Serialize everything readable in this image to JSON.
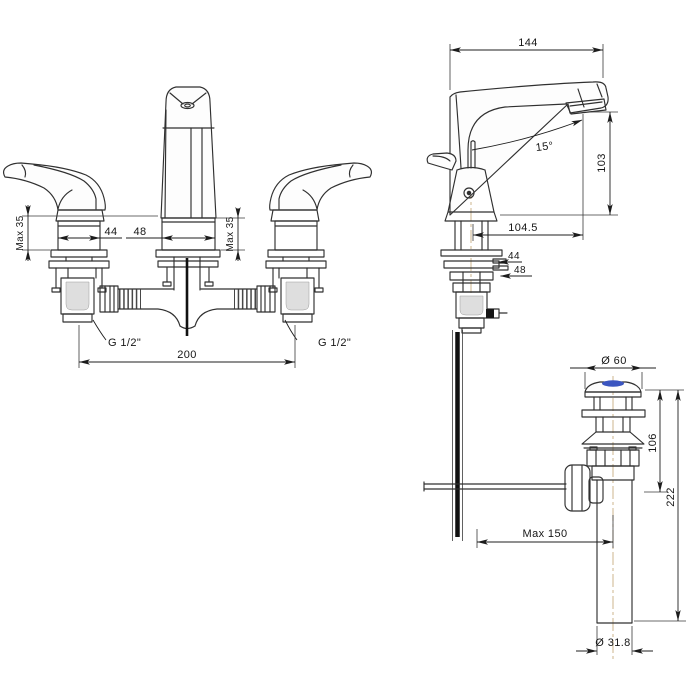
{
  "meta": {
    "title": "Widespread basin faucet and pop-up drain dimensional drawing",
    "background": "#ffffff",
    "line_color": "#303030",
    "centerline_color": "#c9af82",
    "accent_blue": "#3b55c0",
    "shade_gray": "#dedede"
  },
  "front_view": {
    "dims": {
      "max_deck_left": "Max 35",
      "handle_base": "44",
      "spout_base": "48",
      "max_deck_right": "Max 35",
      "inlet_left": "G 1/2\"",
      "inlet_right": "G 1/2\"",
      "handle_spacing": "200"
    }
  },
  "side_view": {
    "dims": {
      "overall_reach": "144",
      "stream_angle": "15°",
      "spout_height": "103",
      "outlet_reach": "104.5",
      "base_depth": "44",
      "flange_depth": "48"
    }
  },
  "drain_view": {
    "dims": {
      "cap_dia": "Ø 60",
      "upper_height": "106",
      "overall_height": "222",
      "rod_max": "Max 150",
      "tail_dia": "Ø 31.8"
    }
  }
}
